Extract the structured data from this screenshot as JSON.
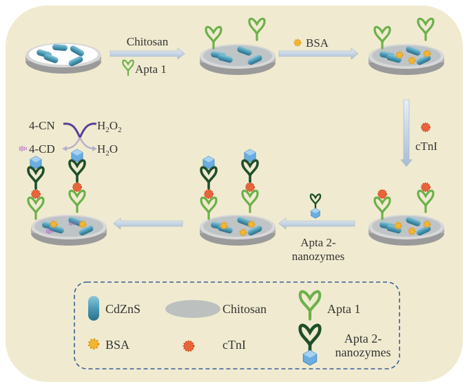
{
  "steps": {
    "step1_top": "Chitosan",
    "step1_bottom": "Apta 1",
    "step2": "BSA",
    "step3": "cTnI",
    "step4_line1": "Apta 2-",
    "step4_line2": "nanozymes"
  },
  "reaction": {
    "substrate": "4-CN",
    "product": "4-CD",
    "oxidant_main": "H",
    "oxidant_sub1": "2",
    "oxidant_o": "O",
    "oxidant_sub2": "2",
    "water_h": "H",
    "water_sub": "2",
    "water_o": "O"
  },
  "legend": {
    "items": [
      {
        "label": "CdZnS",
        "icon": "rod-icon"
      },
      {
        "label": "Chitosan",
        "icon": "ellipse-icon"
      },
      {
        "label": "Apta 1",
        "icon": "aptamer1-icon"
      },
      {
        "label": "BSA",
        "icon": "bsa-icon"
      },
      {
        "label": "cTnI",
        "icon": "ctni-icon"
      },
      {
        "label_line1": "Apta 2-",
        "label_line2": "nanozymes",
        "icon": "aptamer2-nanozyme-icon"
      }
    ]
  },
  "colors": {
    "background": "#f0ebd0",
    "rod": "#4a9ab5",
    "apta1": "#6db04a",
    "apta2": "#1f4f2a",
    "nanozyme": "#6aaee0",
    "bsa": "#f2b632",
    "ctni": "#e8643a",
    "arrow": "#c7d6e6",
    "legend_border": "#3a5a9a"
  }
}
